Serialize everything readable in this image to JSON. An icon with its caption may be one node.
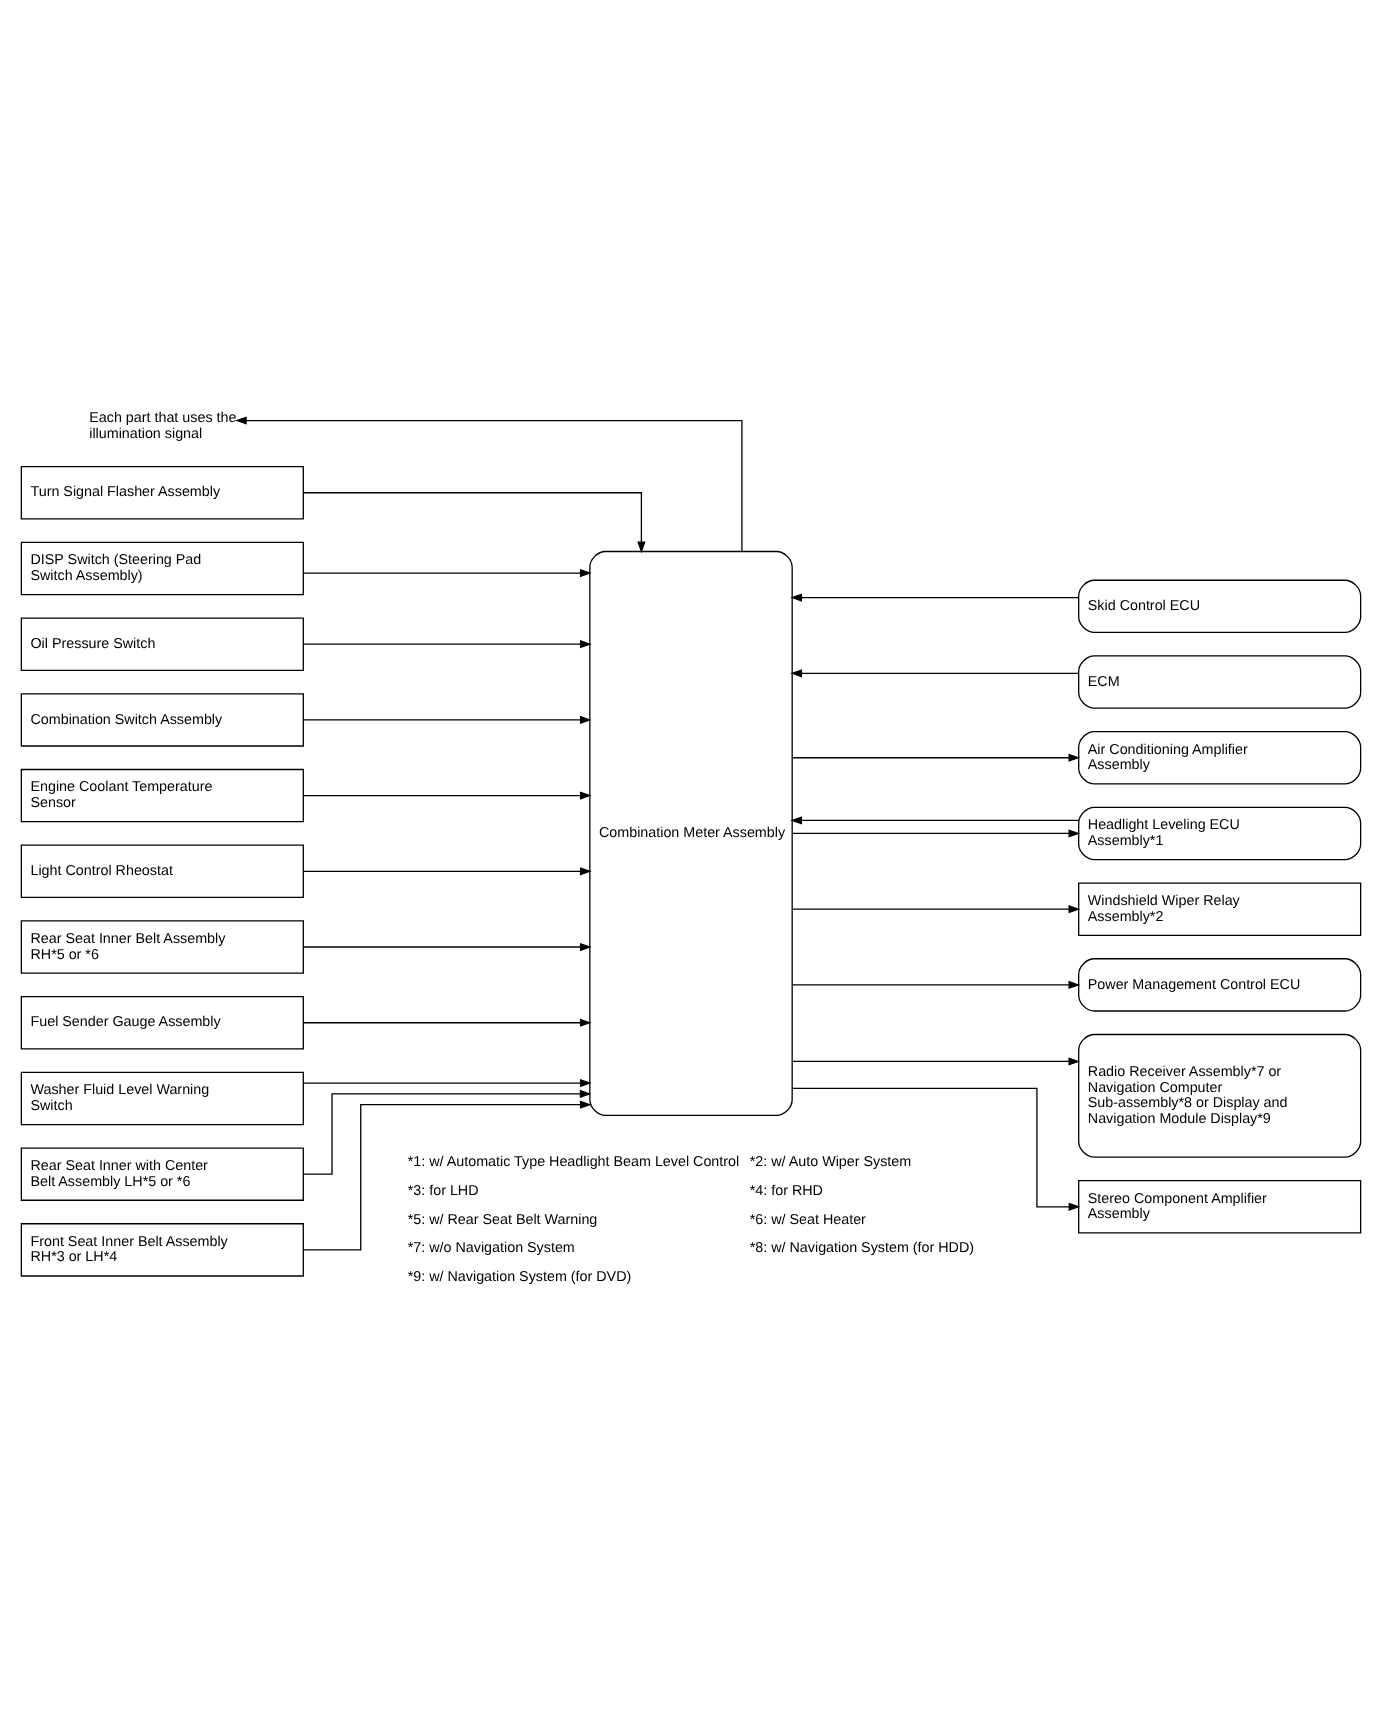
{
  "diagram": {
    "nodes": [
      {
        "text": [
          "Each part that uses the illumination signal"
        ]
      },
      {
        "text": [
          "Turn Signal Flasher Assembly"
        ]
      },
      {
        "text": [
          "DISP Switch (Steering Pad Switch Assembly)"
        ]
      },
      {
        "text": [
          "Oil Pressure Switch"
        ]
      },
      {
        "text": [
          "Combination Switch Assembly"
        ]
      },
      {
        "text": [
          "Engine Coolant Temperature Sensor"
        ]
      },
      {
        "text": [
          "Light Control Rheostat"
        ]
      },
      {
        "text": [
          "Rear Seat Inner Belt Assembly RH*5 or *6"
        ]
      },
      {
        "text": [
          "Fuel Sender Gauge Assembly"
        ]
      },
      {
        "text": [
          "Washer Fluid Level Warning Switch"
        ]
      },
      {
        "text": [
          "Rear Seat Inner with Center Belt Assembly LH*5 or *6"
        ]
      },
      {
        "text": [
          "Front Seat Inner Belt Assembly RH*3 or LH*4"
        ]
      },
      {
        "text": [
          "Combination Meter Assembly"
        ]
      },
      {
        "text": [
          "Skid Control ECU"
        ]
      },
      {
        "text": [
          "ECM"
        ]
      },
      {
        "text": [
          "Air Conditioning Amplifier Assembly"
        ]
      },
      {
        "text": [
          "Headlight Leveling ECU Assembly*1"
        ]
      },
      {
        "text": [
          "Windshield Wiper Relay Assembly*2"
        ]
      },
      {
        "text": [
          "Power Management Control ECU"
        ]
      },
      {
        "text": [
          "Radio Receiver Assembly*7 or Navigation Computer Sub-assembly*8 or Display and Navigation Module Display*9"
        ]
      },
      {
        "text": [
          "Stereo Component Amplifier Assembly"
        ]
      }
    ],
    "edges": [
      {
        "from": 12,
        "to": 0,
        "arrow": "to"
      },
      {
        "from": 1,
        "to": 12,
        "arrow": "to"
      },
      {
        "from": 2,
        "to": 12,
        "arrow": "to"
      },
      {
        "from": 3,
        "to": 12,
        "arrow": "to"
      },
      {
        "from": 4,
        "to": 12,
        "arrow": "to"
      },
      {
        "from": 5,
        "to": 12,
        "arrow": "to"
      },
      {
        "from": 6,
        "to": 12,
        "arrow": "to"
      },
      {
        "from": 7,
        "to": 12,
        "arrow": "to"
      },
      {
        "from": 8,
        "to": 12,
        "arrow": "to"
      },
      {
        "from": 9,
        "to": 12,
        "arrow": "to"
      },
      {
        "from": 10,
        "to": 12,
        "arrow": "to"
      },
      {
        "from": 11,
        "to": 12,
        "arrow": "to"
      },
      {
        "from": 13,
        "to": 12,
        "arrow": "to"
      },
      {
        "from": 14,
        "to": 12,
        "arrow": "to"
      },
      {
        "from": 12,
        "to": 15,
        "arrow": "to"
      },
      {
        "from": 16,
        "to": 12,
        "arrow": "to"
      },
      {
        "from": 12,
        "to": 16,
        "arrow": "to"
      },
      {
        "from": 12,
        "to": 17,
        "arrow": "to"
      },
      {
        "from": 12,
        "to": 18,
        "arrow": "to"
      },
      {
        "from": 12,
        "to": 19,
        "arrow": "to"
      },
      {
        "from": 12,
        "to": 20,
        "arrow": "to"
      }
    ],
    "labels": [
      "*1: w/ Automatic Type Headlight Beam Level Control",
      "*2: w/ Auto Wiper System",
      "*3: for LHD",
      "*4: for RHD",
      "*5: w/ Rear Seat Belt Warning",
      "*6: w/ Seat Heater",
      "*7: w/o Navigation System",
      "*8: w/ Navigation System (for HDD)",
      "*9: w/ Navigation System (for DVD)"
    ]
  }
}
